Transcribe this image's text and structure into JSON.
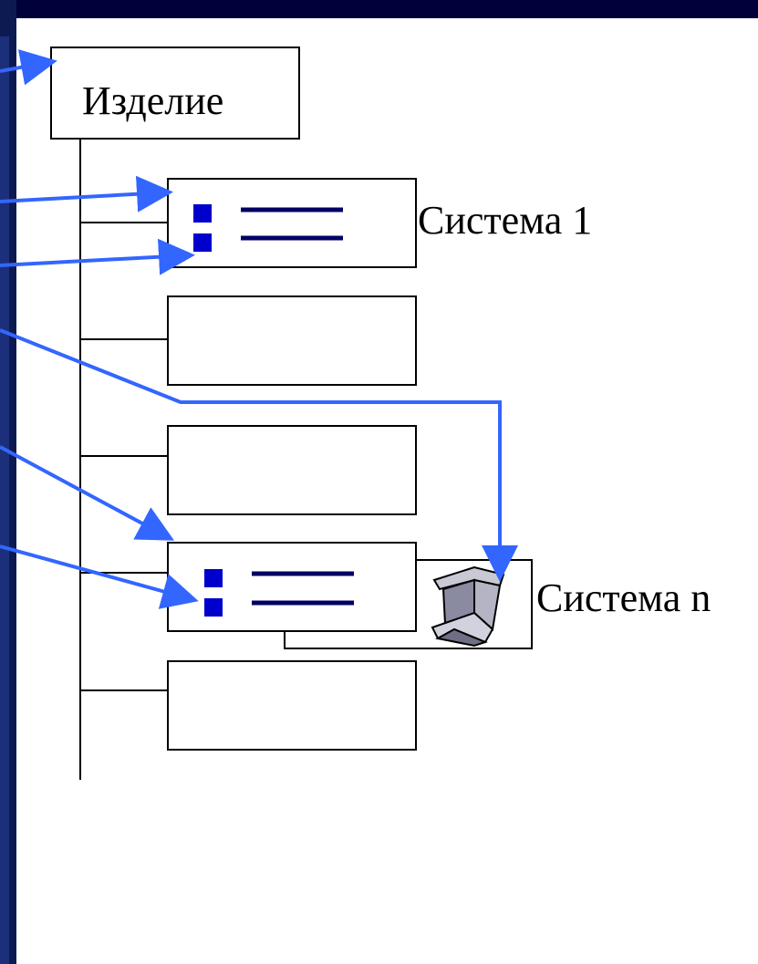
{
  "diagram": {
    "root": {
      "label": "Изделие"
    },
    "systems": [
      {
        "label": "Система 1"
      },
      {
        "label": ""
      },
      {
        "label": ""
      },
      {
        "label": "Система n"
      },
      {
        "label": ""
      }
    ],
    "colors": {
      "arrow": "#3366ff",
      "marker": "#0000cc",
      "line": "#000066",
      "frame_dark": "#00003a",
      "frame_left": "#1a2b6b"
    },
    "icons": [
      "steel-beam-icon"
    ]
  }
}
